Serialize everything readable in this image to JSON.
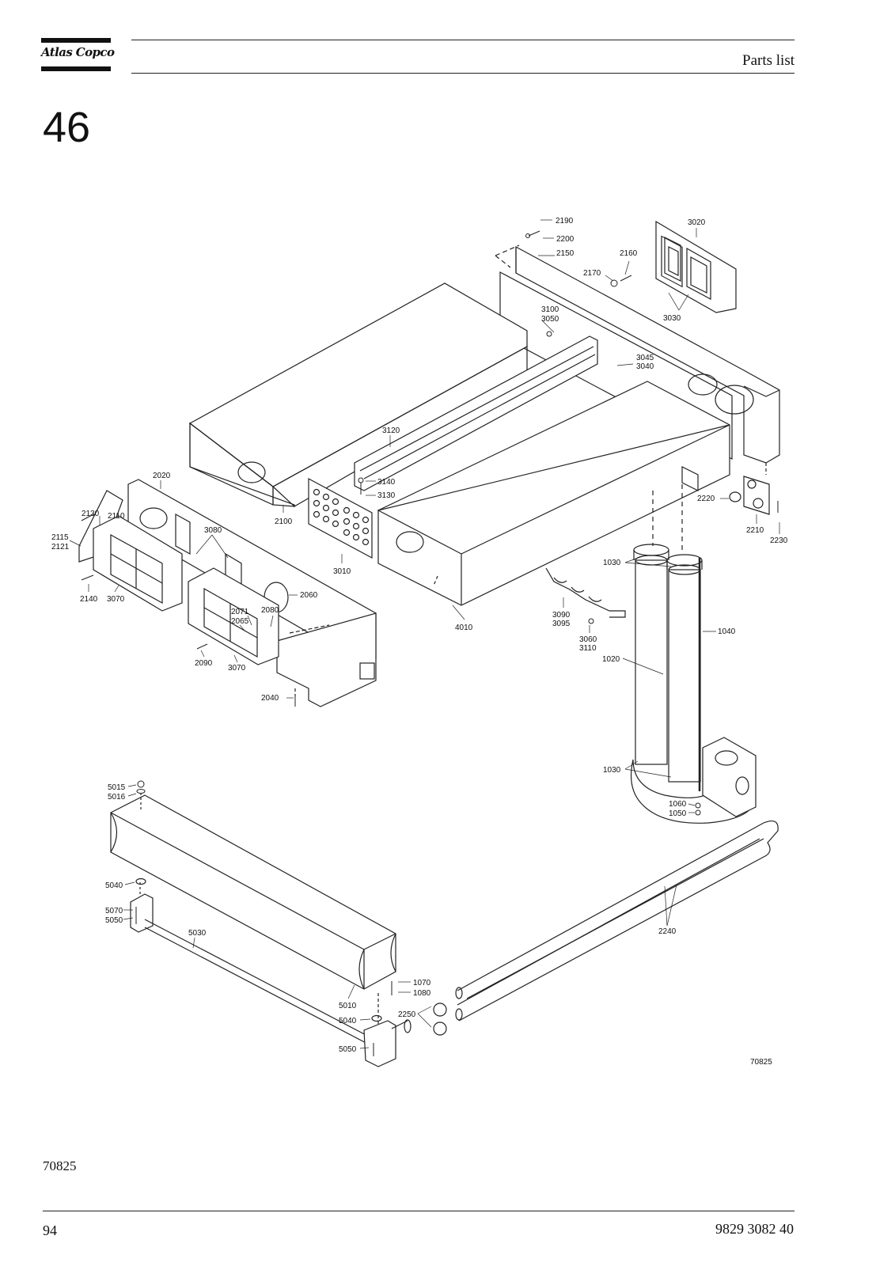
{
  "header": {
    "brand": "Atlas Copco",
    "title": "Parts list"
  },
  "section_number": "46",
  "drawing_id": "70825",
  "callouts": {
    "c2190": "2190",
    "c2200": "2200",
    "c2150": "2150",
    "c2160": "2160",
    "c2170": "2170",
    "c3020": "3020",
    "c3030": "3030",
    "c3100": "3100",
    "c3050": "3050",
    "c3045": "3045",
    "c3040": "3040",
    "c3120": "3120",
    "c3140": "3140",
    "c3130": "3130",
    "c2100": "2100",
    "c3010": "3010",
    "c4010": "4010",
    "c2020": "2020",
    "c2130": "2130",
    "c2110": "2110",
    "c2115": "2115",
    "c2121": "2121",
    "c3080": "3080",
    "c2140": "2140",
    "c3070a": "3070",
    "c2060": "2060",
    "c2071": "2071",
    "c2080": "2080",
    "c2065": "2065",
    "c2090": "2090",
    "c3070b": "3070",
    "c2040": "2040",
    "c2220": "2220",
    "c2210": "2210",
    "c2230": "2230",
    "c1030a": "1030",
    "c3090": "3090",
    "c3095": "3095",
    "c3060": "3060",
    "c3110": "3110",
    "c1040": "1040",
    "c1020": "1020",
    "c1030b": "1030",
    "c1060": "1060",
    "c1050": "1050",
    "c5015": "5015",
    "c5016": "5016",
    "c5040a": "5040",
    "c5070": "5070",
    "c5050a": "5050",
    "c5030": "5030",
    "c5010": "5010",
    "c5040b": "5040",
    "c5050b": "5050",
    "c1070": "1070",
    "c1080": "1080",
    "c2250": "2250",
    "c2240": "2240"
  },
  "footer": {
    "code": "70825",
    "page": "94",
    "doc_number": "9829 3082 40"
  }
}
